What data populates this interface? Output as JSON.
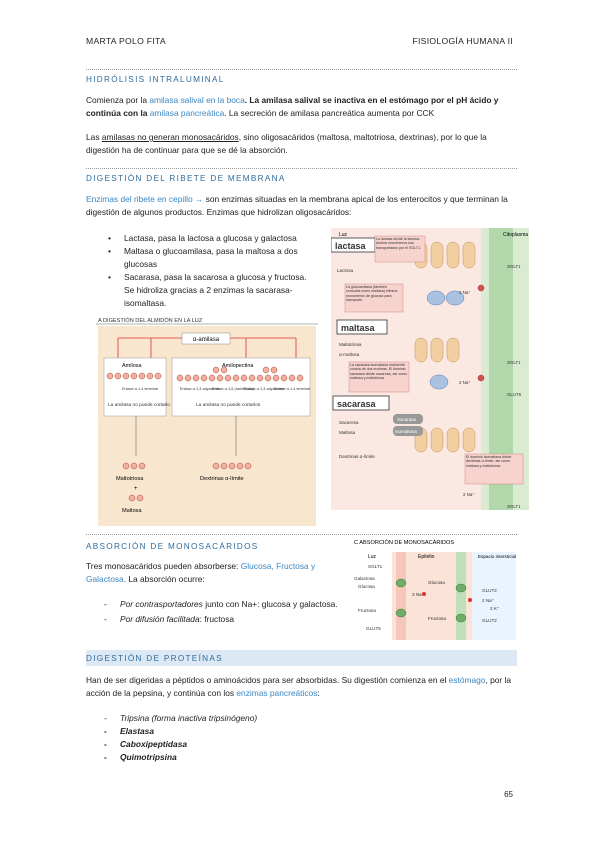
{
  "header": {
    "left": "MARTA POLO FITA",
    "right": "FISIOLOGÍA HUMANA II"
  },
  "s1": {
    "title": "HIDRÓLISIS INTRALUMINAL",
    "p1a": "Comienza por la ",
    "p1b": "amilasa salival en la boca",
    "p1c": ". La amilasa salival se inactiva en el estómago por el pH ácido y continúa con la ",
    "p1d": "amilasa pancreática",
    "p1e": ". La secreción de amilasa pancreática aumenta por CCK",
    "p2a": "Las ",
    "p2b": "amilasas no generan monosacáridos",
    "p2c": ", sino oligosacáridos (maltosa, maltotriosa, dextrinas), por lo que la digestión ha de continuar para que se dé la absorción."
  },
  "s2": {
    "title": "DIGESTIÓN DEL RIBETE DE MEMBRANA",
    "pa": "Enzimas del ribete en cepillo →",
    "pb": " son enzimas situadas en la membrana apical de los enterocitos y que terminan la digestión de algunos productos. Enzimas que hidrolizan oligosacáridos:",
    "bullets": [
      "Lactasa, pasa la lactosa a glucosa y galactosa",
      "Maltasa o glucoamilasa, pasa la maltosa a dos glucosas",
      "Sacarasa, pasa la sacarosa a glucosa y fructosa. Se hidroliza gracias a 2 enzimas la sacarasa-isomaltasa."
    ]
  },
  "fig1": {
    "title": "A  DIGESTIÓN DEL ALMIDÓN EN LA LUZ",
    "enzyme": "α-amilasa",
    "amilosa": "Amilosa",
    "amilopectina": "Amilopectina",
    "enlace1": "Enlace α-1,4 terminal",
    "enlace2": "Enlace α-1,4 adyacente",
    "enlace3": "Enlace α-1,6 (ramificado)",
    "enlace4": "Enlace α-1,4 adyacente",
    "enlace5": "Enlace α-1,4 terminal",
    "note1": "La amilasa no puede cortarlo",
    "note2": "La amilasa no puede cortarlos",
    "maltotriosa": "Maltotriosa",
    "plus": "+",
    "maltosa": "Maltosa",
    "dextrinas": "Dextrinas α-límite"
  },
  "fig2": {
    "luz": "Luz",
    "citoplasma": "Citoplasma",
    "lactasa": "lactasa",
    "maltasa": "maltasa",
    "sacarasa": "sacarasa",
    "note_lactasa": "La lactasa divide la lactosa. Ambos monómeros son transportados por el SGLT1.",
    "note_gluco": "La glucoamilasa (también conocida como maltasa) elimina monómeros de glucosa para transporte.",
    "note_sacarasa": "La sacarasa-isomaltasa realmente consta de dos enzimas. El dominio sacarasa divide sacarosa, así como maltosa y maltotriosa.",
    "note_isomaltasa": "El dominio isomaltasa divide dextrinas α-límite, así como maltosa y maltotriosa.",
    "lactosa": "Lactosa",
    "maltotriosa": "Maltotriosa",
    "alfa_maltosa": "α-maltosa",
    "sacarosa": "Sacarosa",
    "maltosa": "Maltosa",
    "dextrinas": "Dextrinas α-límite",
    "sacarasa_lbl": "Sacarasa",
    "isomaltasa_lbl": "Isomaltasa",
    "sglt1": "SGLT1",
    "glut5": "GLUT5",
    "na": "2 Na⁺"
  },
  "s3": {
    "title": "ABSORCIÓN DE MONOSACÁRIDOS",
    "pa": "Tres monosacáridos pueden absorberse: ",
    "pb": "Glucosa, Fructosa y Galactosa",
    "pc": ". La absorción ocurre:",
    "d1a": "Por contrasportadores",
    "d1b": " junto con Na+: glucosa y galactosa.",
    "d2a": "Por difusión facilitada",
    "d2b": ": fructosa"
  },
  "fig3": {
    "title": "C  ABSORCIÓN DE MONOSACÁRIDOS",
    "luz": "Luz",
    "epitelio": "Epitelio",
    "espacio": "Espacio intersticial",
    "sglt1": "SGLT1",
    "galactosa": "Galactosa",
    "glucosa": "Glucosa",
    "glucosa2": "Glucosa",
    "na": "3 Na⁺",
    "na2": "2 Na⁺",
    "fructosa": "Fructosa",
    "fructosa2": "Fructosa",
    "glut5": "GLUT5",
    "glut2a": "GLUT2",
    "glut2b": "GLUT2",
    "k": "2 K⁺"
  },
  "s4": {
    "title": "DIGESTIÓN DE PROTEÍNAS",
    "pa": "Han de ser digeridas a péptidos o aminoácidos para ser absorbidas. Su digestión comienza en el ",
    "pb": "estómago",
    "pc": ", por la acción de la pepsina, y continúa con los ",
    "pd": "enzimas pancreáticos",
    "pe": ":",
    "items": [
      "Tripsina (forma inactiva tripsinógeno)",
      "Elastasa",
      "Caboxipeptidasa",
      "Quimotripsina"
    ]
  },
  "page_number": "65"
}
